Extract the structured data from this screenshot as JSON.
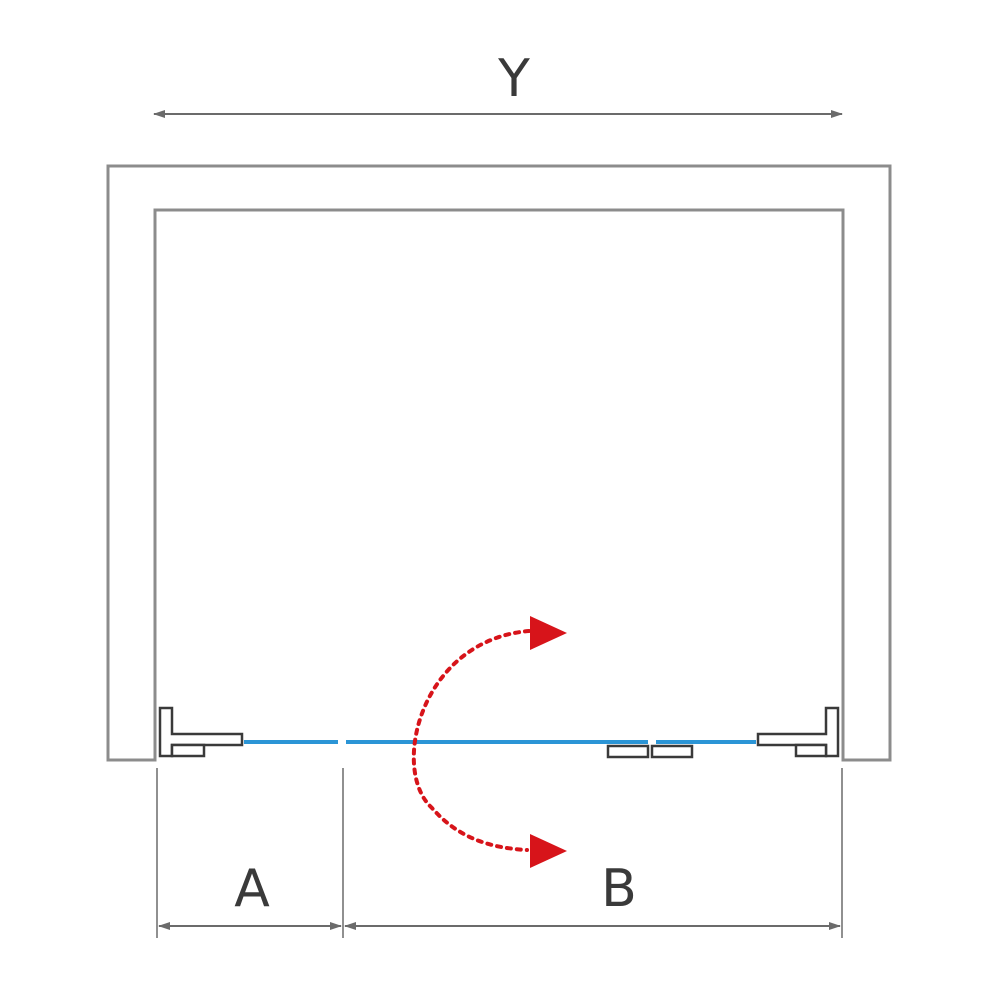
{
  "labels": {
    "overall_width": "Y",
    "fixed_panel": "A",
    "door_panel": "B"
  },
  "colors": {
    "wall": "#8c8c8c",
    "glass": "#2b95d6",
    "swing_arrow": "#d7141a",
    "dimension": "#6b6b6b",
    "text": "#3a3a3a"
  }
}
